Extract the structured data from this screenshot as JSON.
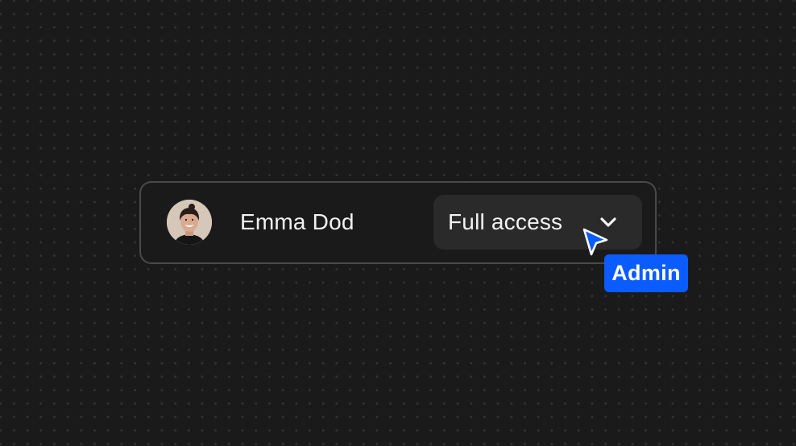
{
  "user": {
    "name": "Emma Dod",
    "avatar": "avatar-photo"
  },
  "permission": {
    "selected": "Full access",
    "icon": "chevron-down-icon"
  },
  "cursor": {
    "icon": "pointer-cursor-icon",
    "color": "#0a5cff"
  },
  "badge": {
    "label": "Admin",
    "color": "#0a5cff"
  },
  "colors": {
    "background": "#1a1a1a",
    "card_border": "#4a4a4a",
    "dropdown_bg": "#2a2a2a",
    "text": "#f2f2f2"
  }
}
